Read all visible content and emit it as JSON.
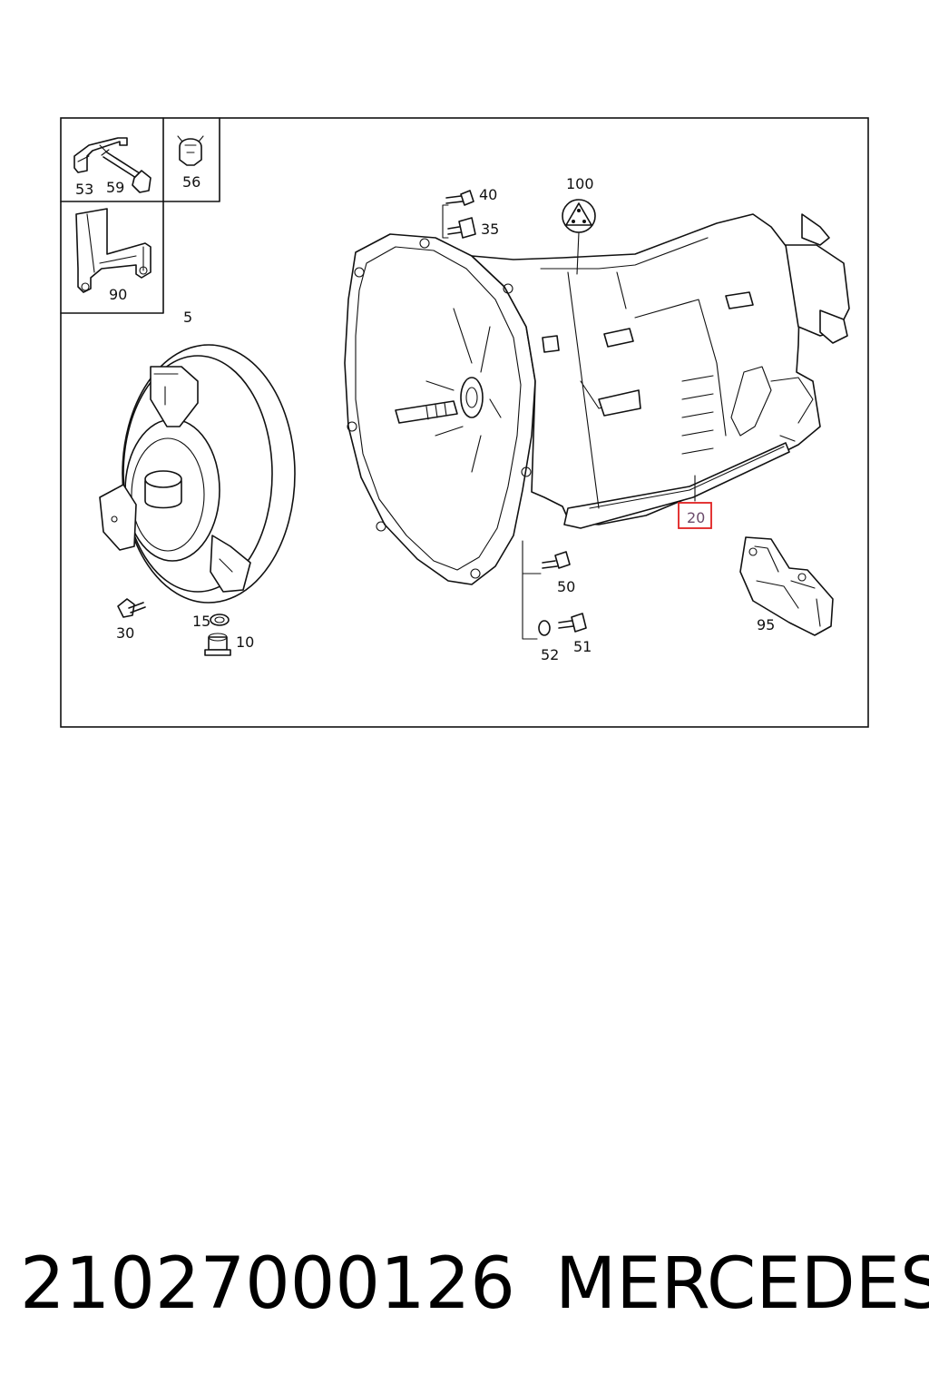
{
  "callouts": {
    "c53": "53",
    "c59": "59",
    "c56": "56",
    "c90": "90",
    "c40": "40",
    "c35": "35",
    "c100": "100",
    "c5": "5",
    "c20": "20",
    "c50": "50",
    "c30": "30",
    "c15": "15",
    "c10": "10",
    "c52": "52",
    "c51": "51",
    "c95": "95"
  },
  "highlight_color": "#e02020",
  "caption": {
    "part_number": "21027000126",
    "brand": "MERCEDES"
  }
}
